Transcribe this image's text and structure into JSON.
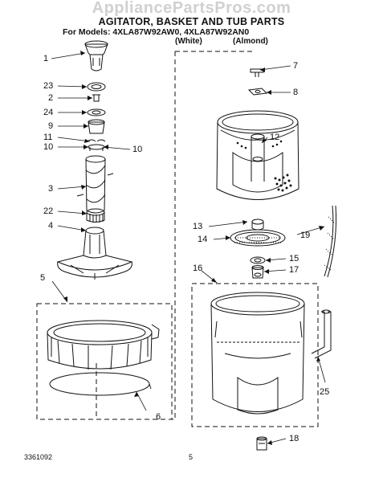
{
  "watermark": "AppliancePartsPros.com",
  "title": "AGITATOR, BASKET AND TUB PARTS",
  "models_line": "For Models: 4XLA87W92AW0, 4XLA87W92AN0",
  "color_white": "(White)",
  "color_almond": "(Almond)",
  "callouts": [
    "1",
    "23",
    "2",
    "24",
    "9",
    "11",
    "10",
    "10",
    "3",
    "22",
    "4",
    "5",
    "6",
    "7",
    "8",
    "12",
    "13",
    "14",
    "19",
    "15",
    "17",
    "16",
    "25",
    "18"
  ],
  "footer_left": "3361092",
  "footer_center": "5"
}
